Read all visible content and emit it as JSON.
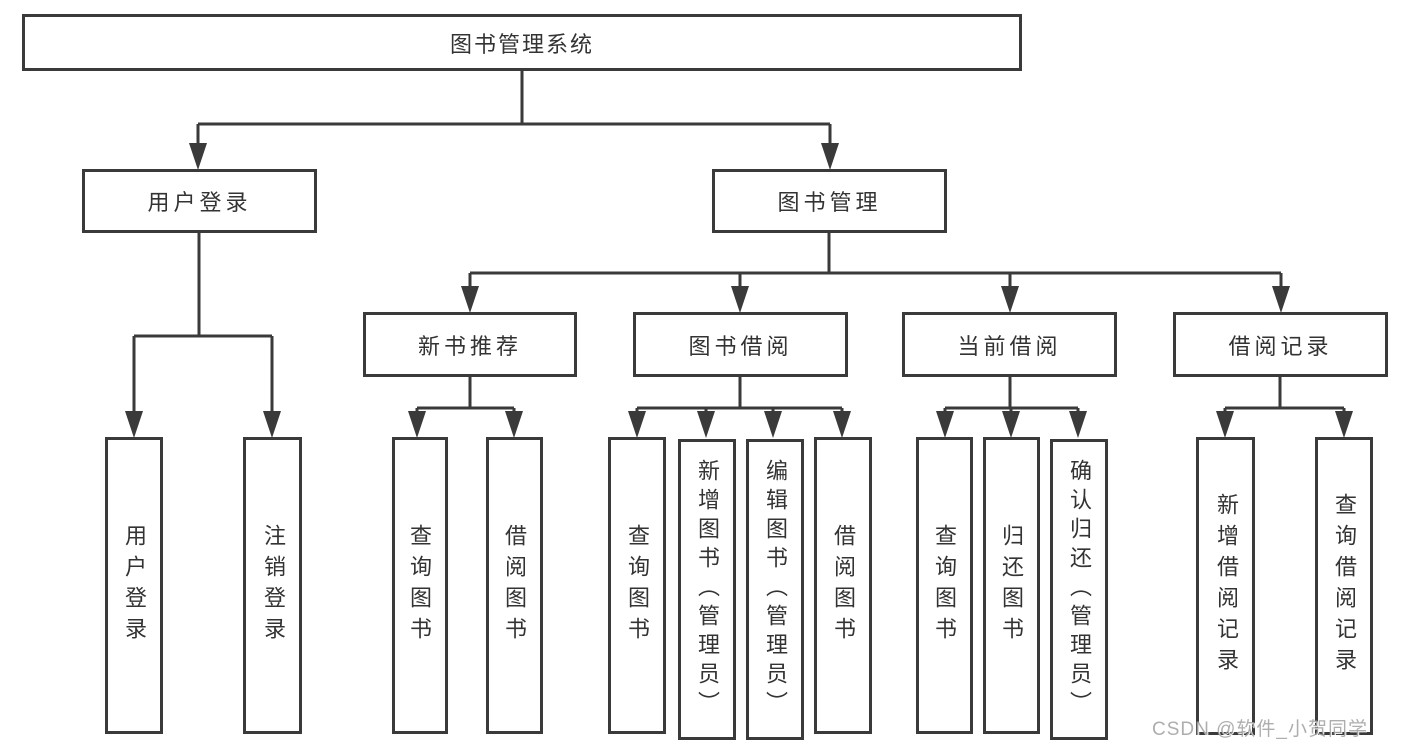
{
  "colors": {
    "line": "#3a3a3a",
    "text": "#333333",
    "background": "#ffffff",
    "watermark": "#a0a0a0"
  },
  "watermark": {
    "text": "CSDN @软件_小贺同学"
  },
  "tree": {
    "root": {
      "label": "图书管理系统"
    },
    "children": [
      {
        "label": "用户登录",
        "children": [
          {
            "label": "用户登录"
          },
          {
            "label": "注销登录"
          }
        ]
      },
      {
        "label": "图书管理",
        "children": [
          {
            "label": "新书推荐",
            "children": [
              {
                "label": "查询图书"
              },
              {
                "label": "借阅图书"
              }
            ]
          },
          {
            "label": "图书借阅",
            "children": [
              {
                "label": "查询图书"
              },
              {
                "label": "新增图书（管理员）"
              },
              {
                "label": "编辑图书（管理员）"
              },
              {
                "label": "借阅图书"
              }
            ]
          },
          {
            "label": "当前借阅",
            "children": [
              {
                "label": "查询图书"
              },
              {
                "label": "归还图书"
              },
              {
                "label": "确认归还（管理员）"
              }
            ]
          },
          {
            "label": "借阅记录",
            "children": [
              {
                "label": "新增借阅记录"
              },
              {
                "label": "查询借阅记录"
              }
            ]
          }
        ]
      }
    ]
  }
}
